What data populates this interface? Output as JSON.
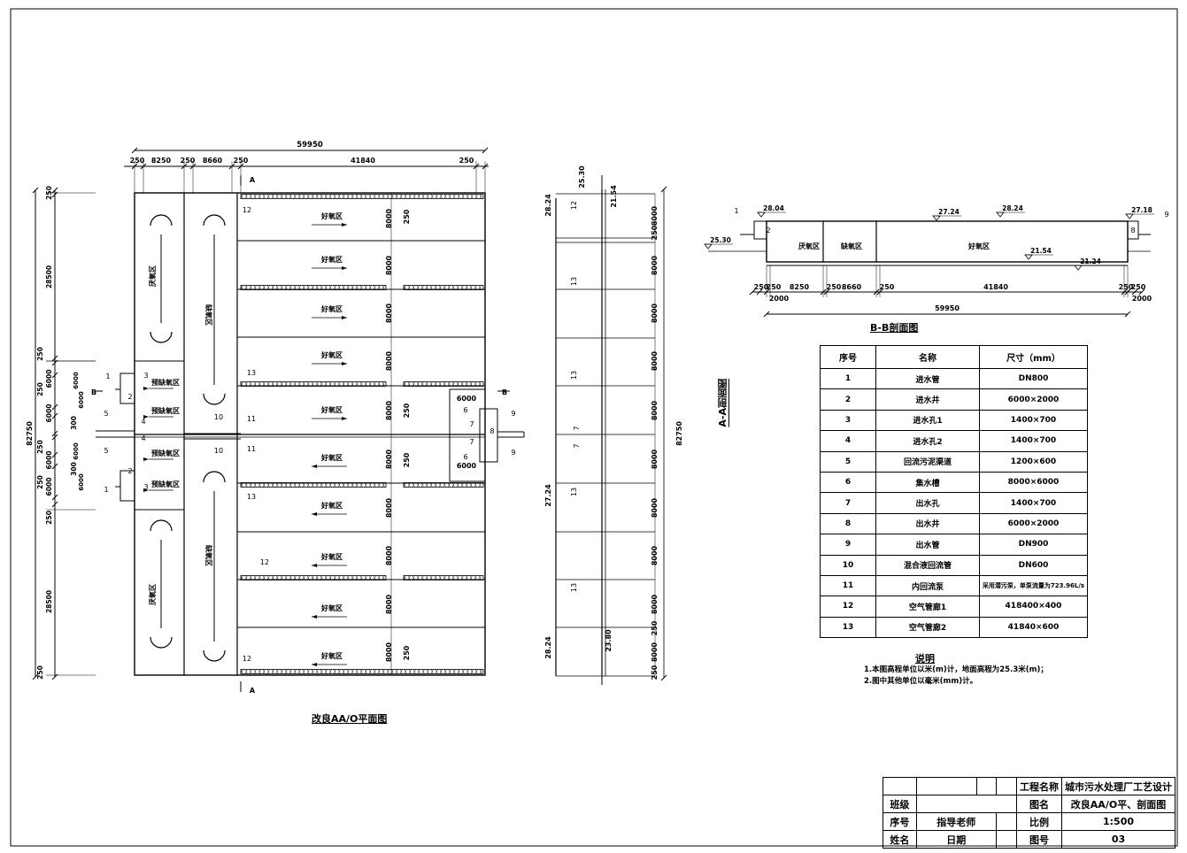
{
  "titles": {
    "plan": "改良AA/O平面图",
    "section_bb": "B-B剖面图",
    "section_aa": "A-A剖面图"
  },
  "plan": {
    "total_width": "59950",
    "top_dims": [
      "250",
      "8250",
      "250",
      "8660",
      "250",
      "41840",
      "250"
    ],
    "left_total": "82750",
    "left_dims": [
      "250",
      "28500",
      "250",
      "250",
      "6000",
      "300",
      "6000",
      "250",
      "6000",
      "300",
      "6000",
      "250",
      "28500",
      "250"
    ],
    "inner_dims": [
      "6000",
      "6000",
      "6000",
      "6000"
    ],
    "zones": {
      "anaerobic": "厌氧区",
      "anoxic": "缺氧区",
      "pre_anoxic": "预缺氧区",
      "aerobic": "好氧区"
    },
    "lane_width": "8000",
    "baffle": "250",
    "outlet_dim": "6000",
    "section_mark_a": "A",
    "section_mark_b": "B",
    "tags": [
      "1",
      "2",
      "3",
      "4",
      "5",
      "6",
      "7",
      "8",
      "9",
      "10",
      "11",
      "12",
      "13"
    ]
  },
  "side_section": {
    "elevations": [
      "25.30",
      "21.54",
      "28.24",
      "27.24",
      "28.24",
      "23.80"
    ],
    "lane_dims": [
      "8000",
      "250",
      "8000",
      "8000",
      "8000",
      "8000",
      "8000",
      "8000",
      "8000",
      "8000",
      "8000",
      "8000"
    ],
    "total": "82750",
    "tags": [
      "12",
      "13",
      "13",
      "7",
      "7",
      "13",
      "13"
    ]
  },
  "section_bb": {
    "elevations": {
      "ground": "25.30",
      "inlet": "28.04",
      "water": "27.24",
      "top": "28.24",
      "bottom": "21.54",
      "base": "21.24",
      "outlet": "27.18"
    },
    "zones": [
      "厌氧区",
      "缺氧区",
      "好氧区"
    ],
    "dims": [
      "250",
      "250",
      "8250",
      "250",
      "8660",
      "250",
      "41840",
      "250",
      "250"
    ],
    "side_dims": [
      "2000",
      "2000"
    ],
    "total": "59950",
    "tags": [
      "1",
      "2",
      "8",
      "9"
    ]
  },
  "parts": {
    "headers": [
      "序号",
      "名称",
      "尺寸（mm）"
    ],
    "rows": [
      [
        "1",
        "进水管",
        "DN800"
      ],
      [
        "2",
        "进水井",
        "6000×2000"
      ],
      [
        "3",
        "进水孔1",
        "1400×700"
      ],
      [
        "4",
        "进水孔2",
        "1400×700"
      ],
      [
        "5",
        "回流污泥渠道",
        "1200×600"
      ],
      [
        "6",
        "集水槽",
        "8000×6000"
      ],
      [
        "7",
        "出水孔",
        "1400×700"
      ],
      [
        "8",
        "出水井",
        "6000×2000"
      ],
      [
        "9",
        "出水管",
        "DN900"
      ],
      [
        "10",
        "混合液回流管",
        "DN600"
      ],
      [
        "11",
        "内回流泵",
        "采用潜污泵，单泵流量为723.96L/s"
      ],
      [
        "12",
        "空气管廊1",
        "418400×400"
      ],
      [
        "13",
        "空气管廊2",
        "41840×600"
      ]
    ]
  },
  "notes": {
    "title": "说明",
    "lines": [
      "1.本图高程单位以米(m)计，地面高程为25.3米(m)；",
      "2.图中其他单位以毫米(mm)计。"
    ]
  },
  "title_block": {
    "project_label": "工程名称",
    "project_value": "城市污水处理厂工艺设计",
    "class_label": "班级",
    "drawing_label": "图名",
    "drawing_value": "改良AA/O平、剖面图",
    "seq_label": "序号",
    "advisor_label": "指导老师",
    "scale_label": "比例",
    "scale_value": "1:500",
    "name_label": "姓名",
    "date_label": "日期",
    "number_label": "图号",
    "number_value": "03"
  }
}
